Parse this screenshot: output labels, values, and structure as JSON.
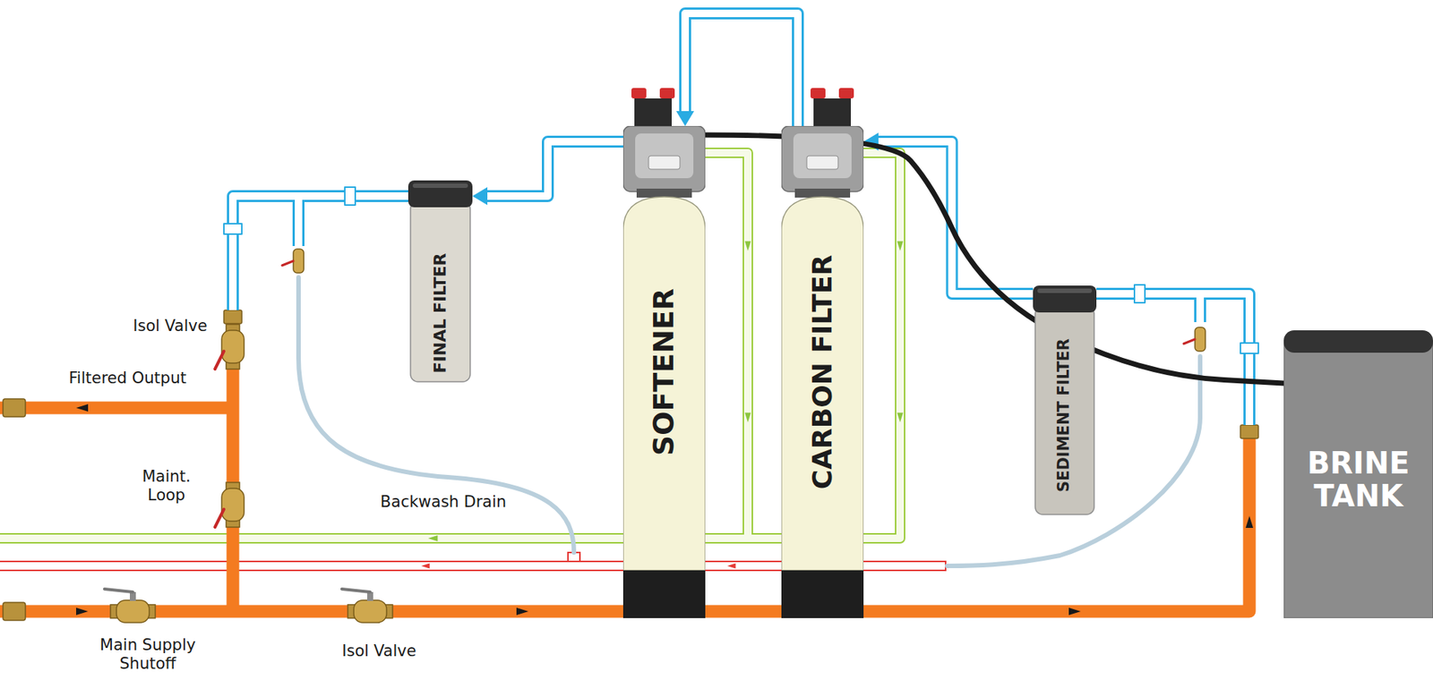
{
  "diagram": {
    "nodes": [
      {
        "text": [
          "FINAL FILTER"
        ]
      },
      {
        "text": [
          "SOFTENER"
        ]
      },
      {
        "text": [
          "CARBON FILTER"
        ]
      },
      {
        "text": [
          "SEDIMENT FILTER"
        ]
      },
      {
        "text": [
          "BRINE TANK"
        ]
      }
    ],
    "edges": [
      {
        "from": 3,
        "to": 2,
        "arrow": "to"
      },
      {
        "from": 2,
        "to": 1,
        "arrow": "to"
      },
      {
        "from": 1,
        "to": 0,
        "arrow": "to"
      },
      {
        "from": 4,
        "to": 1,
        "arrow": "none"
      }
    ],
    "labels": [
      "Isol Valve",
      "Filtered Output",
      "Maint. Loop",
      "Backwash Drain",
      "Main Supply Shutoff",
      "Isol Valve"
    ]
  }
}
